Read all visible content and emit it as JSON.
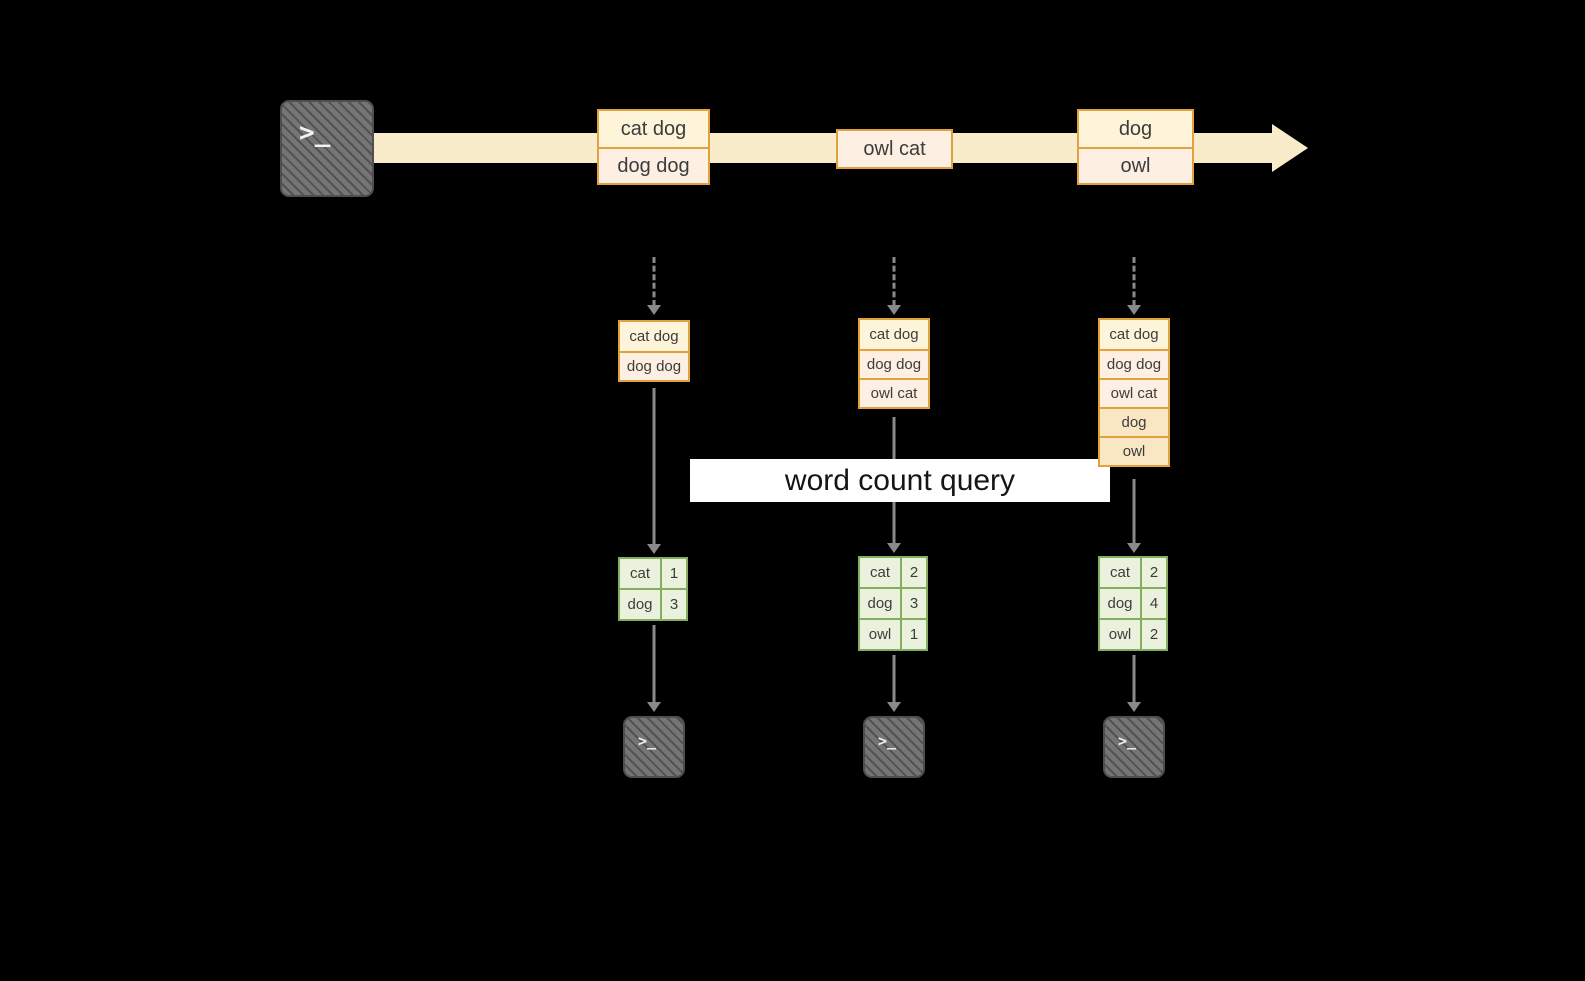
{
  "banner": {
    "label": "word count query"
  },
  "source_terminal": {
    "glyph": ">_"
  },
  "timeline_batches": [
    {
      "rows": [
        "cat dog",
        "dog dog"
      ]
    },
    {
      "rows": [
        "owl cat"
      ]
    },
    {
      "rows": [
        "dog",
        "owl"
      ]
    }
  ],
  "state_boxes": [
    {
      "rows": [
        "cat dog",
        "dog dog"
      ]
    },
    {
      "rows": [
        "cat dog",
        "dog dog",
        "owl cat"
      ]
    },
    {
      "rows": [
        "cat dog",
        "dog dog",
        "owl cat",
        "dog",
        "owl"
      ]
    }
  ],
  "result_tables": [
    {
      "rows": [
        {
          "word": "cat",
          "count": "1"
        },
        {
          "word": "dog",
          "count": "3"
        }
      ]
    },
    {
      "rows": [
        {
          "word": "cat",
          "count": "2"
        },
        {
          "word": "dog",
          "count": "3"
        },
        {
          "word": "owl",
          "count": "1"
        }
      ]
    },
    {
      "rows": [
        {
          "word": "cat",
          "count": "2"
        },
        {
          "word": "dog",
          "count": "4"
        },
        {
          "word": "owl",
          "count": "2"
        }
      ]
    }
  ],
  "output_terminals": [
    {
      "glyph": ">_"
    },
    {
      "glyph": ">_"
    },
    {
      "glyph": ">_"
    }
  ],
  "colors": {
    "background": "#000000",
    "timeline_fill": "#f8ecca",
    "orange_border": "#e2a23b",
    "cream_fill": "#fdf4da",
    "peach_fill": "#fdefe2",
    "deep_fill": "#f9e6c2",
    "green_border": "#84ae5f",
    "green_fill": "#eaf2de",
    "arrow_gray": "#8a8a8a",
    "terminal_gray": "#757575",
    "banner_bg": "#ffffff"
  }
}
